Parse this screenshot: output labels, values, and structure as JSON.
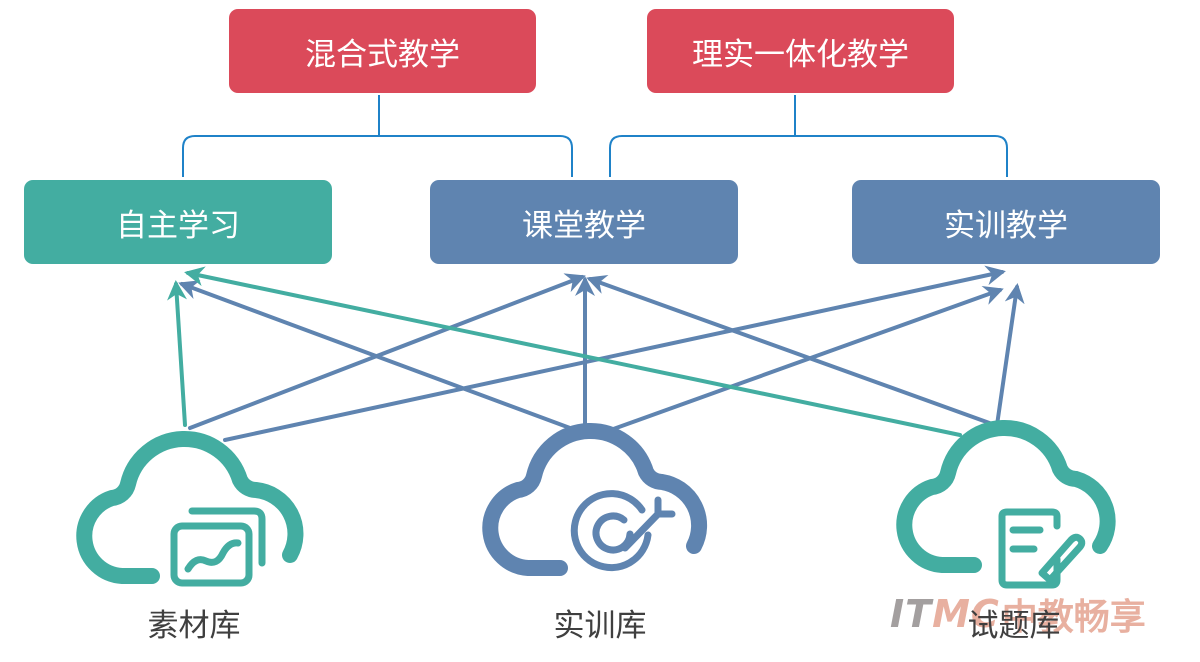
{
  "colors": {
    "red_box": "#db4a5a",
    "teal": "#43ada1",
    "blue": "#5f84b0",
    "connector": "#1f82c8",
    "label_text": "#3f3f3f"
  },
  "top_level": [
    {
      "id": "hybrid",
      "label": "混合式教学"
    },
    {
      "id": "integrated",
      "label": "理实一体化教学"
    }
  ],
  "middle_level": [
    {
      "id": "self",
      "label": "自主学习",
      "color": "teal"
    },
    {
      "id": "class",
      "label": "课堂教学",
      "color": "blue"
    },
    {
      "id": "train",
      "label": "实训教学",
      "color": "blue"
    }
  ],
  "libraries": [
    {
      "id": "material",
      "label": "素材库",
      "icon": "chart-slides-icon",
      "color": "teal"
    },
    {
      "id": "training",
      "label": "实训库",
      "icon": "target-icon",
      "color": "blue"
    },
    {
      "id": "question",
      "label": "试题库",
      "icon": "document-pen-icon",
      "color": "teal"
    }
  ],
  "hierarchy": [
    {
      "parent": "混合式教学",
      "children": [
        "自主学习",
        "课堂教学"
      ]
    },
    {
      "parent": "理实一体化教学",
      "children": [
        "课堂教学",
        "实训教学"
      ]
    }
  ],
  "arrows": [
    {
      "from": "素材库",
      "to": "自主学习",
      "color": "teal"
    },
    {
      "from": "素材库",
      "to": "课堂教学",
      "color": "blue"
    },
    {
      "from": "素材库",
      "to": "实训教学",
      "color": "blue"
    },
    {
      "from": "实训库",
      "to": "自主学习",
      "color": "blue"
    },
    {
      "from": "实训库",
      "to": "课堂教学",
      "color": "blue"
    },
    {
      "from": "实训库",
      "to": "实训教学",
      "color": "blue"
    },
    {
      "from": "试题库",
      "to": "自主学习",
      "color": "teal"
    },
    {
      "from": "试题库",
      "to": "课堂教学",
      "color": "blue"
    },
    {
      "from": "试题库",
      "to": "实训教学",
      "color": "blue"
    }
  ],
  "watermark": {
    "latin_1": "IT",
    "latin_2": "MC",
    "chinese": "中教畅享"
  }
}
